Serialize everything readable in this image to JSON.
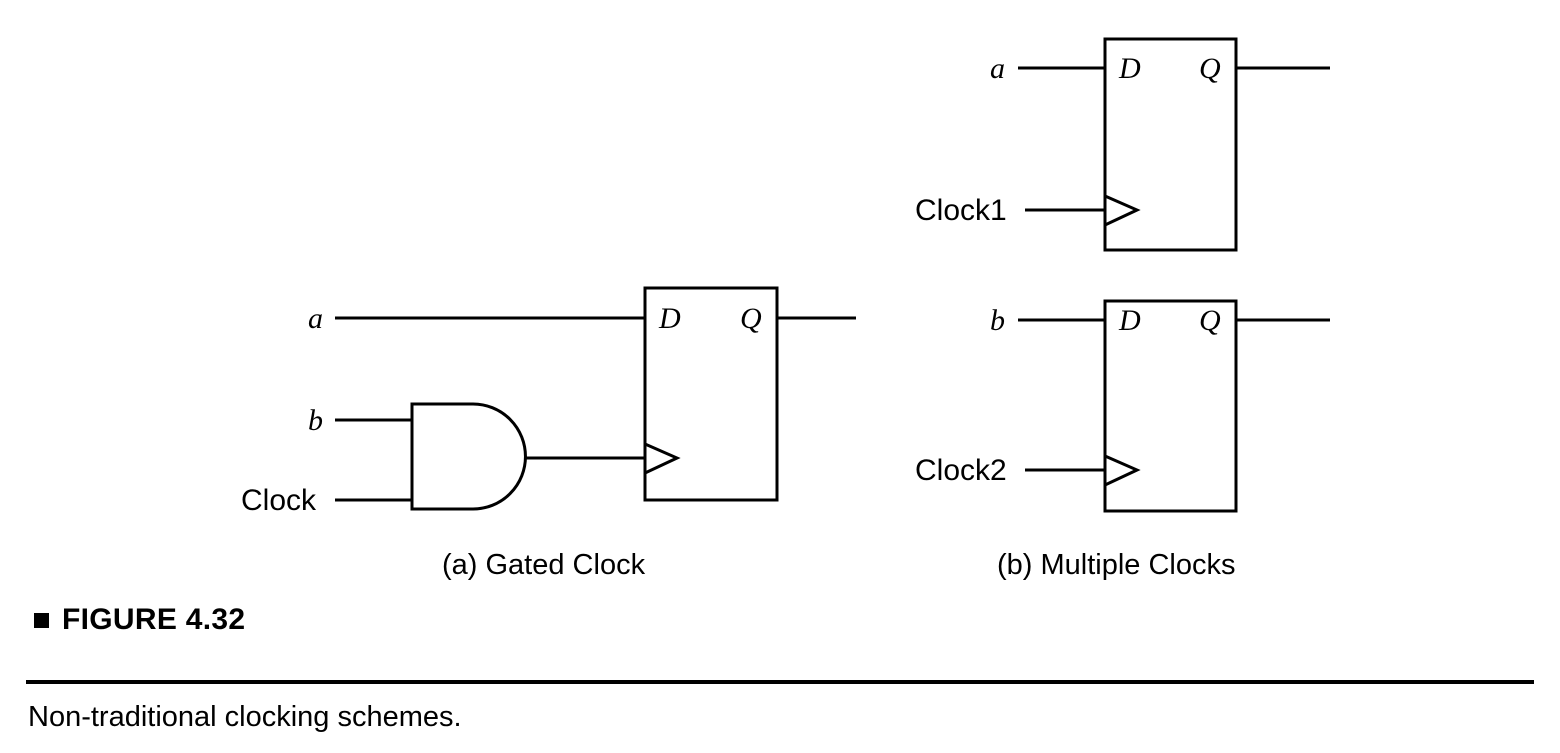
{
  "figure": {
    "bullet_icon": "square-bullet-icon",
    "number_label": "FIGURE 4.32",
    "caption": "Non-traditional clocking schemes."
  },
  "panel_a": {
    "subcaption": "(a) Gated Clock",
    "inputs": {
      "a": "a",
      "b": "b",
      "clock": "Clock"
    },
    "and_gate": {
      "name": "and-gate"
    },
    "flipflop": {
      "d_pin": "D",
      "q_pin": "Q",
      "clock_pin_icon": "clock-triangle-icon"
    }
  },
  "panel_b": {
    "subcaption": "(b) Multiple Clocks",
    "flipflop_top": {
      "input": "a",
      "clock_input": "Clock1",
      "d_pin": "D",
      "q_pin": "Q",
      "clock_pin_icon": "clock-triangle-icon"
    },
    "flipflop_bottom": {
      "input": "b",
      "clock_input": "Clock2",
      "d_pin": "D",
      "q_pin": "Q",
      "clock_pin_icon": "clock-triangle-icon"
    }
  },
  "style": {
    "line_color": "#000000",
    "background": "#ffffff",
    "stroke_width": 3
  }
}
